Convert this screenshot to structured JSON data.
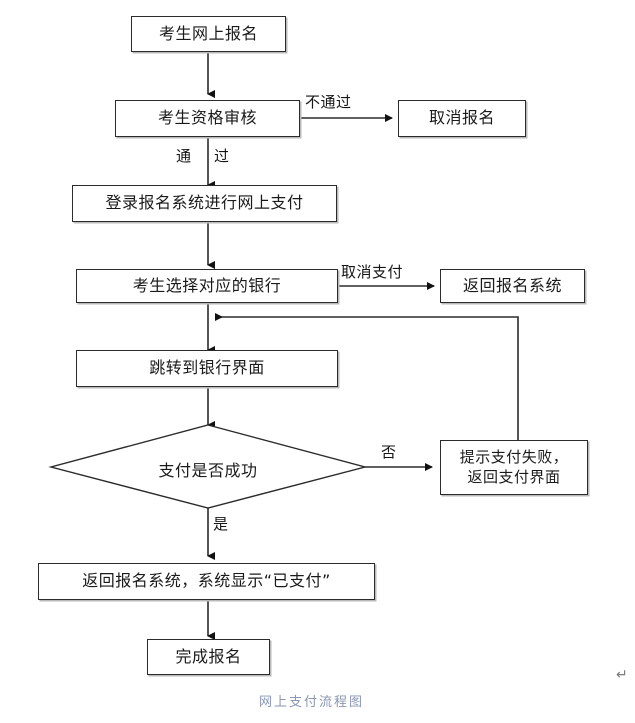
{
  "diagram": {
    "title_caption": "网上支付流程图",
    "return_mark": "↵",
    "nodes": {
      "register_online": "考生网上报名",
      "qualification_review": "考生资格审核",
      "cancel_registration": "取消报名",
      "login_pay_system": "登录报名系统进行网上支付",
      "select_bank": "考生选择对应的银行",
      "back_to_system": "返回报名系统",
      "jump_to_bank": "跳转到银行界面",
      "payment_success_decision": "支付是否成功",
      "payment_failed_notice": "提示支付失败，\n返回支付界面",
      "back_system_paid": "返回报名系统，系统显示“已支付”",
      "finish_registration": "完成报名"
    },
    "edge_labels": {
      "not_passed": "不通过",
      "passed_left": "通",
      "passed_right": "过",
      "cancel_payment": "取消支付",
      "no": "否",
      "yes": "是"
    },
    "colors": {
      "stroke": "#2b2b2b",
      "text": "#1a1a1a",
      "caption": "#8a97b0",
      "box_shadow": "#b9b9b9",
      "background": "#ffffff"
    }
  }
}
